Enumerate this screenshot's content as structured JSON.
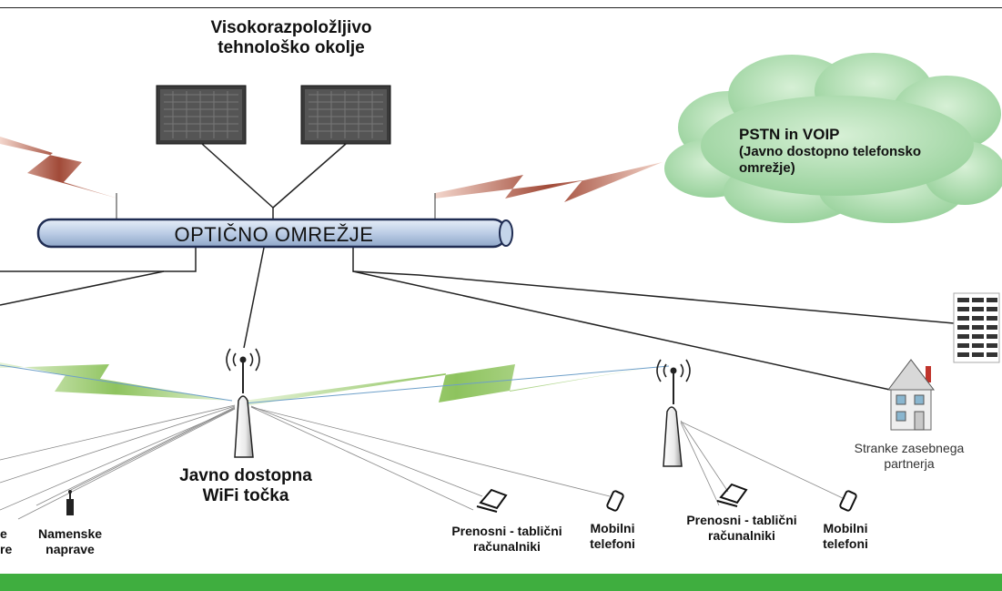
{
  "labels": {
    "datacenter_line1": "Visokorazpoložljivo",
    "datacenter_line2": "tehnološko okolje",
    "pstn_line1": "PSTN in VOIP",
    "pstn_line2": "(Javno dostopno telefonsko",
    "pstn_line3": "omrežje)",
    "backbone": "OPTIČNO OMREŽJE",
    "wifi_line1": "Javno dostopna",
    "wifi_line2": "WiFi točka",
    "laptops_line1": "Prenosni - tablični",
    "laptops_line2": "računalniki",
    "mobiles_line1": "Mobilni",
    "mobiles_line2": "telefoni",
    "laptops2_line1": "Prenosni - tablični",
    "laptops2_line2": "računalniki",
    "mobiles2_line1": "Mobilni",
    "mobiles2_line2": "telefoni",
    "dedicated_line1": "Namenske",
    "dedicated_line2": "naprave",
    "cut_left_line1": "e",
    "cut_left_line2": "re",
    "partner_line1": "Stranke zasebnega",
    "partner_line2": "partnerja"
  },
  "colors": {
    "pipe_fill": "#c5d5ea",
    "pipe_stroke": "#1f2c52",
    "lightning_red": "#a04a3a",
    "lightning_green": "#9ccb72",
    "cloud": "#bfe5c0",
    "footer_green": "#3fae3f"
  }
}
